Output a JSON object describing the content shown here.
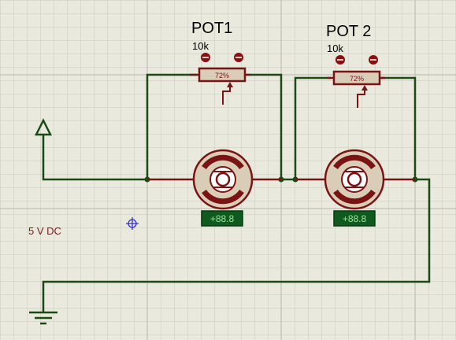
{
  "pot1": {
    "name": "POT1",
    "value": "10k",
    "percent": "72%"
  },
  "pot2": {
    "name": "POT 2",
    "value": "10k",
    "percent": "72%"
  },
  "motor1": {
    "display": "+88.8"
  },
  "motor2": {
    "display": "+88.8"
  },
  "source": {
    "label": "5 V DC"
  },
  "colors": {
    "background": "#e9e9dd",
    "grid": "#c9c9bd",
    "grid_major": "#b6b6aa",
    "wire": "#1c4a14",
    "component": "#7a1414",
    "pot_body": "#d9cdb8",
    "display_bg": "#0f5a1e",
    "display_text": "#9be79b",
    "source_text": "#7a1a1a"
  },
  "icons": [
    "power-arrow-icon",
    "ground-icon",
    "crosshair-icon",
    "motor-icon",
    "pin-icon"
  ]
}
